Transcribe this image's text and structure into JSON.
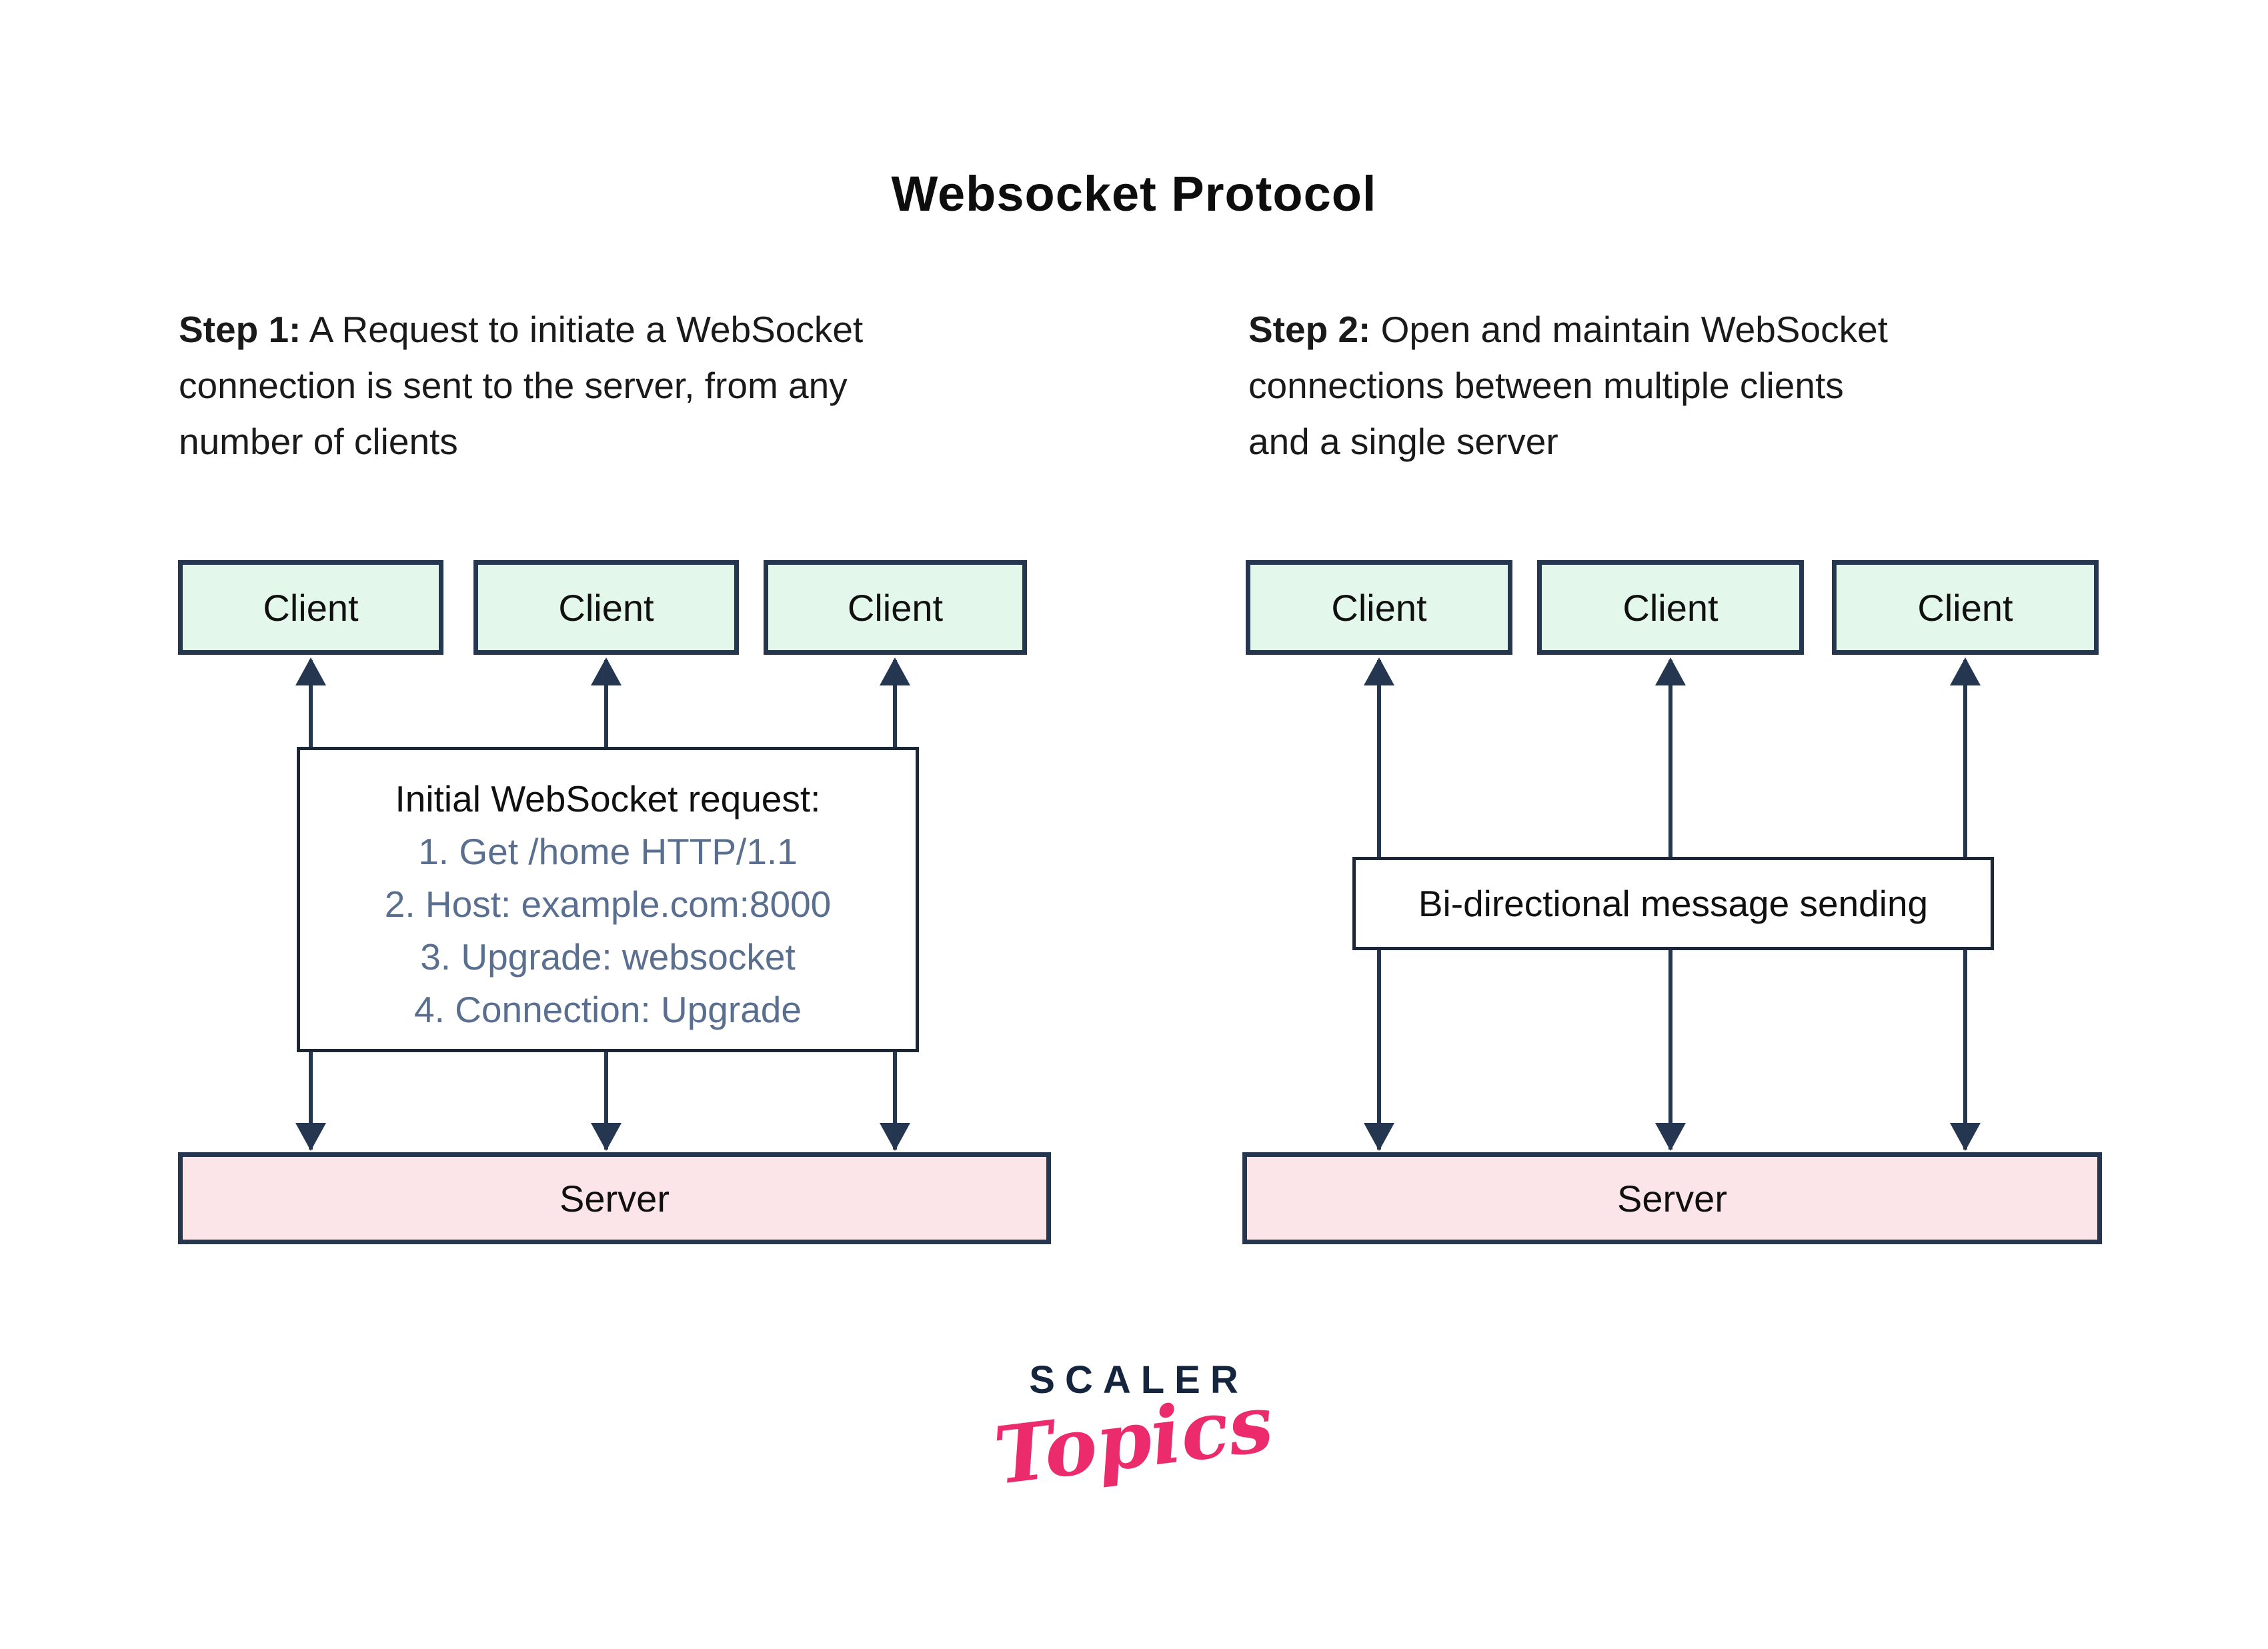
{
  "title": "Websocket Protocol",
  "steps": {
    "step1": {
      "label": "Step 1:",
      "text": " A Request to initiate a WebSocket\nconnection is sent to the server, from any\nnumber of clients"
    },
    "step2": {
      "label": "Step 2:",
      "text": " Open and maintain WebSocket\nconnections between multiple clients\nand a single server"
    }
  },
  "diagram_step1": {
    "clients": [
      "Client",
      "Client",
      "Client"
    ],
    "request_box": {
      "title": "Initial WebSocket request:",
      "items": [
        "1. Get /home HTTP/1.1",
        "2. Host: example.com:8000",
        "3. Upgrade: websocket",
        "4. Connection: Upgrade"
      ]
    },
    "server_label": "Server"
  },
  "diagram_step2": {
    "clients": [
      "Client",
      "Client",
      "Client"
    ],
    "message_box_label": "Bi-directional message sending",
    "server_label": "Server"
  },
  "logo": {
    "brand": "SCALER",
    "word": "Topics"
  },
  "colors": {
    "box_border_navy": "#253750",
    "client_fill_green": "#e3f8ea",
    "server_fill_pink": "#fce5e8",
    "request_text_blue": "#5a6f8f",
    "logo_navy": "#16253e",
    "logo_pink": "#ec2b6c"
  }
}
